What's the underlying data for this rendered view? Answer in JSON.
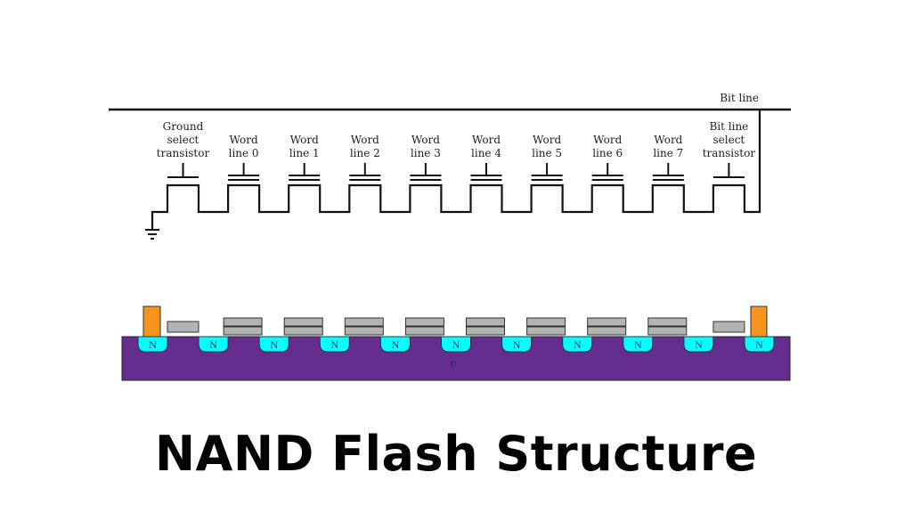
{
  "title": "NAND Flash Structure",
  "schematic": {
    "bit_line_label": "Bit line",
    "transistors": [
      {
        "type": "select",
        "label": [
          "Ground",
          "select",
          "transistor"
        ]
      },
      {
        "type": "cell",
        "label": [
          "Word",
          "line 0"
        ]
      },
      {
        "type": "cell",
        "label": [
          "Word",
          "line 1"
        ]
      },
      {
        "type": "cell",
        "label": [
          "Word",
          "line 2"
        ]
      },
      {
        "type": "cell",
        "label": [
          "Word",
          "line 3"
        ]
      },
      {
        "type": "cell",
        "label": [
          "Word",
          "line 4"
        ]
      },
      {
        "type": "cell",
        "label": [
          "Word",
          "line 5"
        ]
      },
      {
        "type": "cell",
        "label": [
          "Word",
          "line 6"
        ]
      },
      {
        "type": "cell",
        "label": [
          "Word",
          "line 7"
        ]
      },
      {
        "type": "select",
        "label": [
          "Bit line",
          "select",
          "transistor"
        ]
      }
    ],
    "ground_symbol": "ground-icon"
  },
  "cross_section": {
    "substrate_label": "P",
    "well_label": "N",
    "well_count": 11,
    "colors": {
      "substrate": "#662d91",
      "n_well": "#00ffff",
      "gate": "#b3b3b3",
      "contact": "#f7931e",
      "outline": "#333333"
    }
  }
}
